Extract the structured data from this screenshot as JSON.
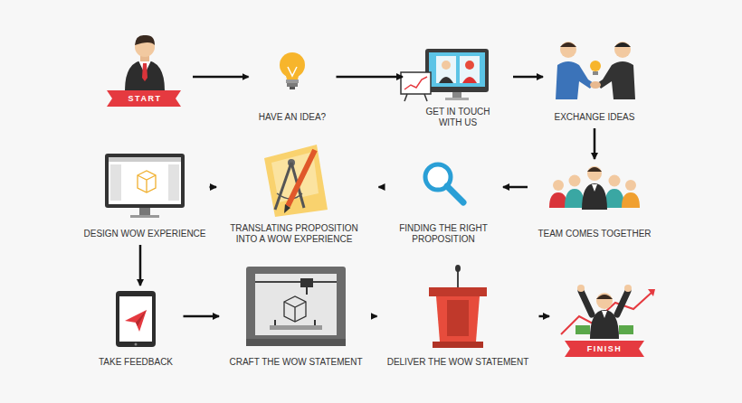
{
  "diagram": {
    "nodes": [
      {
        "text": [
          "START"
        ]
      },
      {
        "text": [
          "HAVE AN IDEA?"
        ]
      },
      {
        "text": [
          "GET IN TOUCH WITH US"
        ]
      },
      {
        "text": [
          "EXCHANGE IDEAS"
        ]
      },
      {
        "text": [
          "TEAM COMES TOGETHER"
        ]
      },
      {
        "text": [
          "FINDING THE RIGHT PROPOSITION"
        ]
      },
      {
        "text": [
          "TRANSLATING PROPOSITION INTO A WOW EXPERIENCE"
        ]
      },
      {
        "text": [
          "DESIGN WOW EXPERIENCE"
        ]
      },
      {
        "text": [
          "TAKE FEEDBACK"
        ]
      },
      {
        "text": [
          "CRAFT THE WOW STATEMENT"
        ]
      },
      {
        "text": [
          "DELIVER THE WOW STATEMENT"
        ]
      },
      {
        "text": [
          "FINISH"
        ]
      }
    ],
    "edges": [
      {
        "from": 0,
        "to": 1,
        "arrow": "to"
      },
      {
        "from": 1,
        "to": 2,
        "arrow": "to"
      },
      {
        "from": 2,
        "to": 3,
        "arrow": "to"
      },
      {
        "from": 3,
        "to": 4,
        "arrow": "to"
      },
      {
        "from": 4,
        "to": 5,
        "arrow": "to"
      },
      {
        "from": 5,
        "to": 6,
        "arrow": "to"
      },
      {
        "from": 6,
        "to": 7,
        "arrow": "to"
      },
      {
        "from": 7,
        "to": 8,
        "arrow": "to"
      },
      {
        "from": 8,
        "to": 9,
        "arrow": "to"
      },
      {
        "from": 9,
        "to": 10,
        "arrow": "to"
      },
      {
        "from": 10,
        "to": 11,
        "arrow": "to"
      }
    ]
  }
}
